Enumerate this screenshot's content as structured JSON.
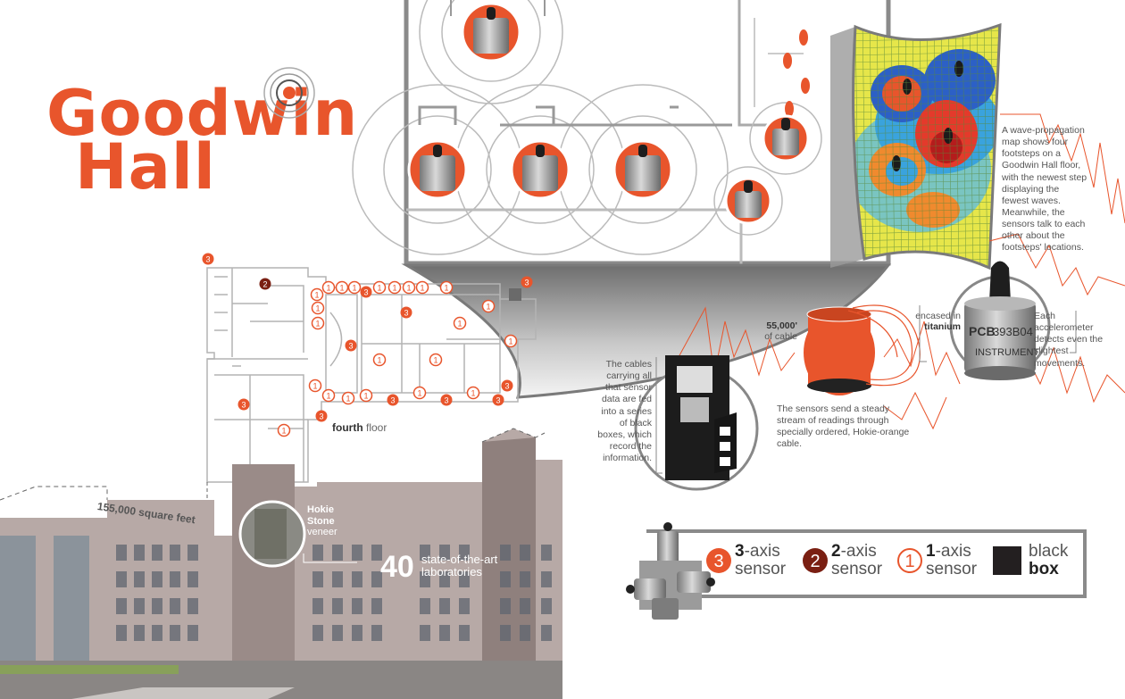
{
  "title": {
    "line1": "Goodwin",
    "line2": "Hall"
  },
  "floorplan": {
    "floor_bold": "fourth",
    "floor_rest": " floor"
  },
  "building": {
    "area": "155,000 square feet",
    "stone_bold": "Hokie Stone",
    "stone_rest": "veneer",
    "labs_number": "40",
    "labs_text": "state-of-the-art laboratories"
  },
  "wave_caption": "A wave-propagation map shows four footsteps on a Goodwin Hall floor, with the newest step displaying the fewest waves. Meanwhile, the sensors talk to each other about the footsteps' locations.",
  "cable": {
    "length": "55,000'",
    "length_unit": "of cable",
    "caption": "The sensors send a steady stream of readings through specially ordered, Hokie-orange cable."
  },
  "blackbox_caption": "The cables carrying all that sensor data are fed into a series of black boxes, which record the information.",
  "accelerometer": {
    "encased": "encased in",
    "material": "titanium",
    "caption": "Each accelerometer detects even the slightest movements.",
    "label_brand": "PCB",
    "label_model": "393B04",
    "label_maker": "INSTRUMENT"
  },
  "legend": {
    "s3_num": "3",
    "s3_bold": "3",
    "s3_label": "-axis",
    "s3_sub": "sensor",
    "s2_num": "2",
    "s2_bold": "2",
    "s2_label": "-axis",
    "s2_sub": "sensor",
    "s1_num": "1",
    "s1_bold": "1",
    "s1_label": "-axis",
    "s1_sub": "sensor",
    "bb_line1": "black",
    "bb_line2": "box"
  },
  "colors": {
    "orange": "#e8552c",
    "dark_red": "#7a1f12",
    "gray": "#7a7a7a",
    "black_box": "#231f20"
  },
  "icons": [
    "target-icon",
    "footprint-icon",
    "sensor-3-axis-icon",
    "sensor-2-axis-icon",
    "sensor-1-axis-icon",
    "black-box-icon"
  ]
}
